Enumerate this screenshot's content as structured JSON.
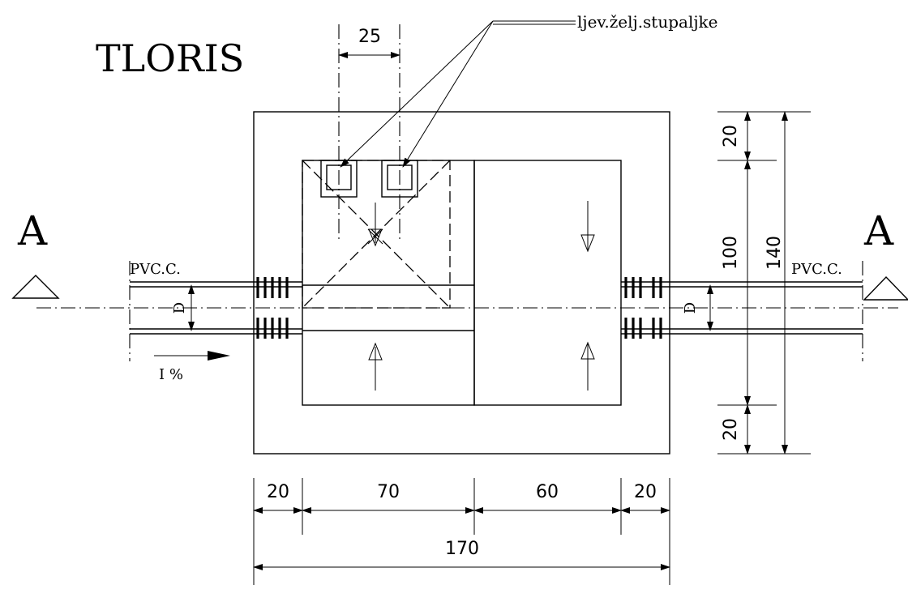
{
  "title": "TLORIS",
  "section_mark": "A",
  "pipe_label": "PVC.C.",
  "diameter_label": "D",
  "slope_label": "I  %",
  "grate_label": "ljev.želj.stupaljke",
  "dimensions": {
    "top_width": "25",
    "right_top": "20",
    "right_middle": "100",
    "right_total": "140",
    "right_bottom": "20",
    "bottom_left": "20",
    "bottom_mid_left": "70",
    "bottom_mid_right": "60",
    "bottom_right": "20",
    "bottom_total": "170"
  }
}
